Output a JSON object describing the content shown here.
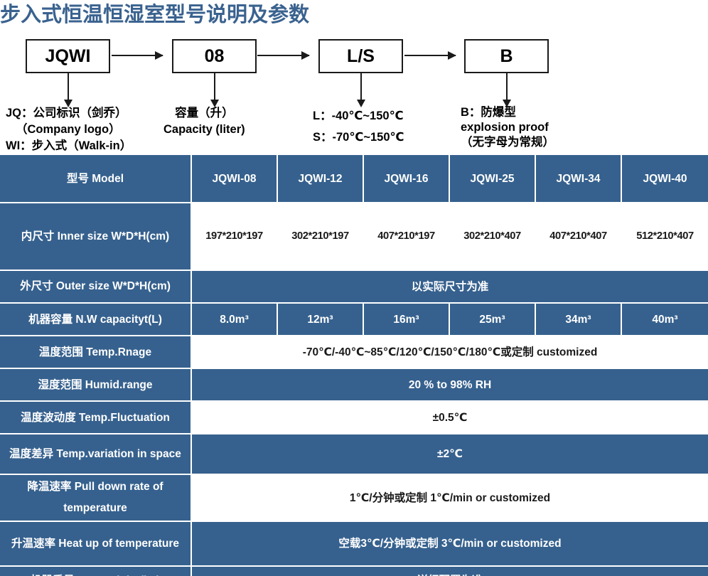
{
  "title": "步入式恒温恒湿室型号说明及参数",
  "accent_color": "#36618e",
  "title_color": "#3a628f",
  "diagram": {
    "nodes": [
      {
        "label": "JQWI"
      },
      {
        "label": "08"
      },
      {
        "label": "L/S"
      },
      {
        "label": "B"
      }
    ],
    "captions": [
      {
        "line1": "JQ：公司标识（剑乔）",
        "line2": "（Company logo）",
        "line3": "WI：步入式（Walk-in）"
      },
      {
        "line1": "容量（升）",
        "line2": "Capacity (liter)",
        "line3": ""
      },
      {
        "line1": "L：-40℃~150℃",
        "line2": "S：-70℃~150℃",
        "line3": ""
      },
      {
        "line1": "B：防爆型",
        "line2": "explosion proof",
        "line3": "（无字母为常规）"
      }
    ]
  },
  "table": {
    "header": {
      "label": "型号 Model",
      "models": [
        "JQWI-08",
        "JQWI-12",
        "JQWI-16",
        "JQWI-25",
        "JQWI-34",
        "JQWI-40"
      ]
    },
    "rows": [
      {
        "label": "内尺寸 Inner size W*D*H(cm)",
        "type": "per-model",
        "label_style": "blue",
        "cell_style": "white",
        "values": [
          "197*210*197",
          "302*210*197",
          "407*210*197",
          "302*210*407",
          "407*210*407",
          "512*210*407"
        ]
      },
      {
        "label": "外尺寸 Outer size W*D*H(cm)",
        "type": "merged",
        "label_style": "blue",
        "cell_style": "blue",
        "value": "以实际尺寸为准"
      },
      {
        "label": "机器容量 N.W capacityt(L)",
        "type": "per-model",
        "label_style": "blue",
        "cell_style": "blue",
        "values": [
          "8.0m³",
          "12m³",
          "16m³",
          "25m³",
          "34m³",
          "40m³"
        ]
      },
      {
        "label": "温度范围 Temp.Rnage",
        "type": "merged",
        "label_style": "blue",
        "cell_style": "white",
        "value": "-70℃/-40℃~85℃/120℃/150℃/180℃或定制 customized"
      },
      {
        "label": "湿度范围 Humid.range",
        "type": "merged",
        "label_style": "blue",
        "cell_style": "blue",
        "value": "20 % to 98% RH"
      },
      {
        "label": "温度波动度 Temp.Fluctuation",
        "type": "merged",
        "label_style": "blue",
        "cell_style": "white",
        "value": "±0.5℃"
      },
      {
        "label": "温度差异 Temp.variation in space",
        "type": "merged",
        "label_style": "blue",
        "cell_style": "blue",
        "value": "±2℃"
      },
      {
        "label": "降温速率 Pull down rate of temperature",
        "type": "merged",
        "label_style": "blue",
        "cell_style": "white",
        "value": "1℃/分钟或定制    1℃/min or customized"
      },
      {
        "label": "升温速率 Heat up of temperature",
        "type": "merged",
        "label_style": "blue",
        "cell_style": "blue",
        "value": "空载3℃/分钟或定制 3℃/min or customized"
      },
      {
        "label": "机器重量 N.W weight (kg)",
        "type": "merged",
        "label_style": "blue",
        "cell_style": "blue",
        "value": "详细配置为准"
      }
    ]
  }
}
